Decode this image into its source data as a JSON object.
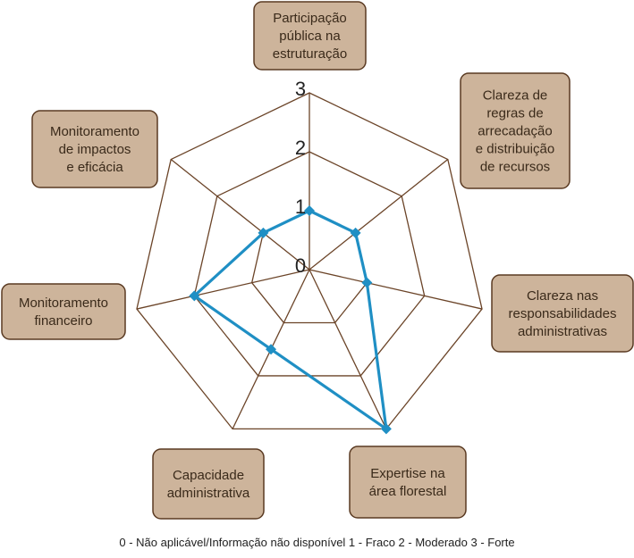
{
  "chart_data": {
    "type": "radar",
    "categories": [
      "Participação pública na estruturação",
      "Clareza de regras de arrecadação e distribuição de recursos",
      "Clareza nas responsabilidades administrativas",
      "Expertise na área florestal",
      "Capacidade administrativa",
      "Monitoramento financeiro",
      "Monitoramento de impactos e eficácia"
    ],
    "category_lines": [
      [
        "Participação",
        "pública na",
        "estruturação"
      ],
      [
        "Clareza de",
        "regras de",
        "arrecadação",
        "e distribuição",
        "de recursos"
      ],
      [
        "Clareza nas",
        "responsabilidades",
        "administrativas"
      ],
      [
        "Expertise na",
        "área florestal"
      ],
      [
        "Capacidade",
        "administrativa"
      ],
      [
        "Monitoramento",
        "financeiro"
      ],
      [
        "Monitoramento",
        "de impactos",
        "e eficácia"
      ]
    ],
    "values": [
      1,
      1,
      1,
      3,
      1.5,
      2,
      1
    ],
    "ticks": [
      "0",
      "1",
      "2",
      "3"
    ],
    "rlim": [
      0,
      3
    ],
    "legend_text": "0 - Não aplicável/Informação não disponível  1 - Fraco  2 - Moderado  3 - Forte",
    "colors": {
      "grid": "#6b4428",
      "series": "#1f8fc4",
      "box_fill": "#cdb49b",
      "box_stroke": "#5a3a22"
    }
  }
}
